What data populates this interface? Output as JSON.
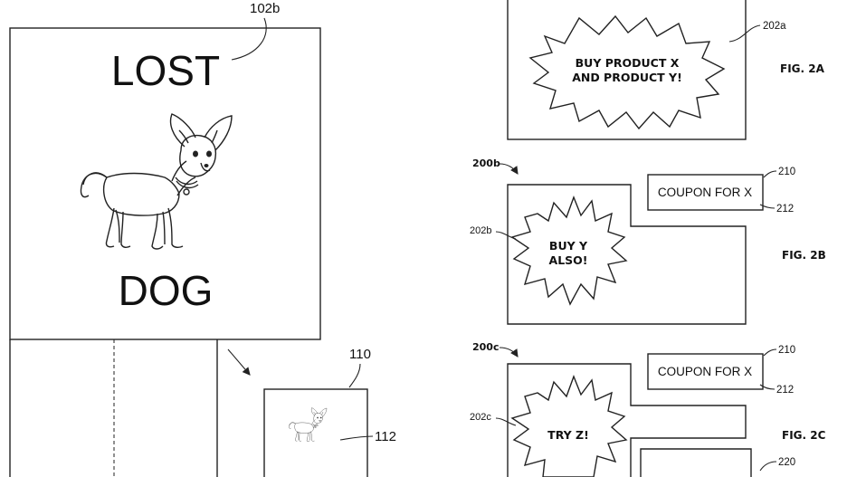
{
  "left_figure": {
    "ref_102b": "102b",
    "word_top": "LOST",
    "word_bottom": "DOG",
    "ref_110": "110",
    "ref_112": "112"
  },
  "fig_2a": {
    "ref_202a": "202a",
    "burst_line1": "BUY PRODUCT X",
    "burst_line2": "AND PRODUCT Y!",
    "label": "FIG. 2A"
  },
  "fig_2b": {
    "ref_200b": "200b",
    "ref_202b": "202b",
    "burst_line1": "BUY Y",
    "burst_line2": "ALSO!",
    "coupon_text": "COUPON FOR X",
    "ref_210": "210",
    "ref_212": "212",
    "label": "FIG. 2B"
  },
  "fig_2c": {
    "ref_200c": "200c",
    "ref_202c": "202c",
    "burst_text": "TRY Z!",
    "coupon_text": "COUPON FOR X",
    "ref_210": "210",
    "ref_212": "212",
    "ref_220": "220",
    "label": "FIG. 2C"
  },
  "icons": [
    "chihuahua-dog-icon",
    "small-chihuahua-dog-icon",
    "starburst-icon"
  ],
  "colors": {
    "ink": "#222222",
    "background": "#ffffff"
  }
}
